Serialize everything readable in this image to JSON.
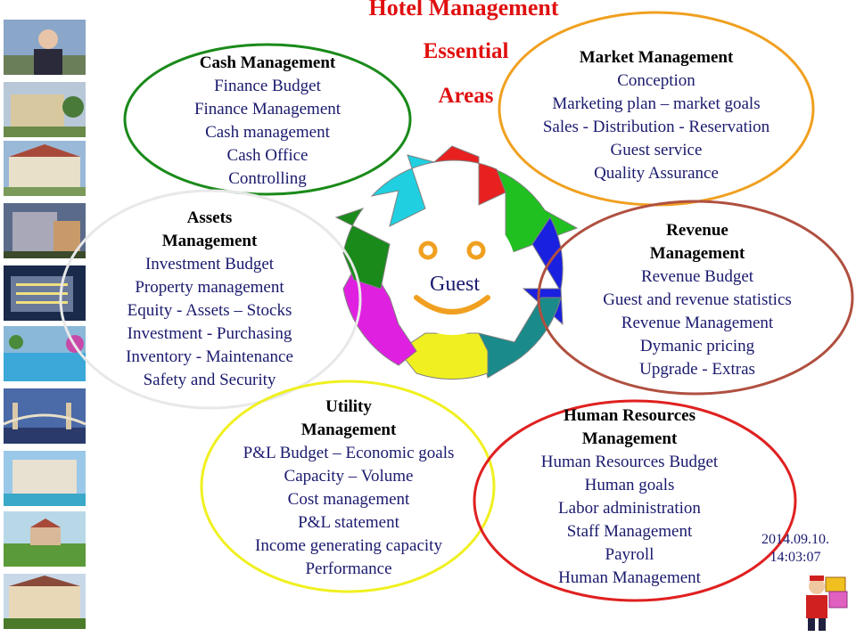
{
  "title": "Hotel Management",
  "subtitle": {
    "line1": "Essential",
    "line2": "Areas"
  },
  "center_label": "Guest",
  "timestamp": {
    "date": "2014.09.10.",
    "time": "14:03:07"
  },
  "colors": {
    "title": "#e01010",
    "cash_ellipse": "#1a8a1a",
    "assets_ellipse": "#e8e8e8",
    "market_ellipse": "#f0a020",
    "revenue_ellipse": "#b05040",
    "utility_ellipse": "#f0f020",
    "hr_ellipse": "#e02020",
    "guest_face": "#f0a020"
  },
  "areas": {
    "cash": {
      "heading": "Cash Management",
      "items": [
        "Finance Budget",
        "Finance Management",
        "Cash management",
        "Cash Office",
        "Controlling"
      ]
    },
    "assets": {
      "heading1": "Assets",
      "heading2": "Management",
      "items": [
        "Investment Budget",
        "Property management",
        "Equity - Assets – Stocks",
        "Investment - Purchasing",
        "Inventory - Maintenance",
        "Safety and Security"
      ]
    },
    "market": {
      "heading": "Market Management",
      "items": [
        "Conception",
        "Marketing plan – market goals",
        "Sales - Distribution - Reservation",
        "Guest service",
        "Quality Assurance"
      ]
    },
    "revenue": {
      "heading1": "Revenue",
      "heading2": "Management",
      "items": [
        "Revenue Budget",
        "Guest and revenue statistics",
        "Revenue Management",
        "Dymanic pricing",
        "Upgrade - Extras"
      ]
    },
    "utility": {
      "heading1": "Utility",
      "heading2": "Management",
      "items": [
        "P&L Budget – Economic goals",
        "Capacity – Volume",
        "Cost management",
        "P&L statement",
        "Income generating capacity",
        "Performance"
      ]
    },
    "hr": {
      "heading1": "Human Resources",
      "heading2": "Management",
      "items": [
        "Human Resources Budget",
        "Human goals",
        "Labor administration",
        "Staff Management",
        "Payroll",
        "Human Management"
      ]
    }
  }
}
